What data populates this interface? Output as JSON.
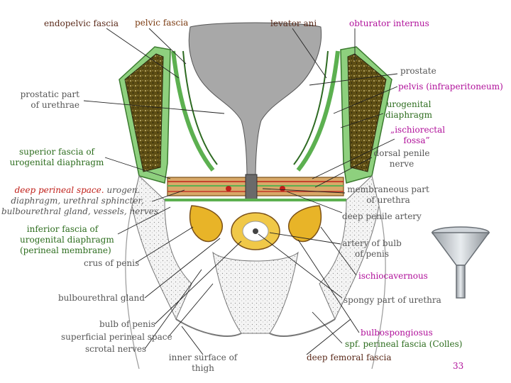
{
  "labels": {
    "endopelvic_fascia": "endopelvic fascia",
    "pelvic_fascia": "pelvic fascia",
    "levator_ani": "levator ani",
    "obturator_internus": "obturator internus",
    "prostate": "prostate",
    "pelvis_infraperitoneum": "pelvis (infraperitoneum)",
    "prostatic_part_line1": "prostatic part",
    "prostatic_part_line2": "of urethrae",
    "urogenital_diaphragm_line1": "urogenital",
    "urogenital_diaphragm_line2": "diaphragm",
    "ischiorectal_line1": "„ischiorectal",
    "ischiorectal_line2": "fossa”",
    "superior_fascia_line1": "superior fascia of",
    "superior_fascia_line2": "urogenital diaphragm",
    "dorsal_penile_line1": "dorsal penile",
    "dorsal_penile_line2": "nerve",
    "deep_perineal_title": "deep perineal space.",
    "deep_perineal_rest": " urogen.",
    "deep_perineal_line2": "diaphragm, urethral sphincter,",
    "deep_perineal_line3": "bulbourethral gland, vessels, nerves",
    "membraneous_line1": "membraneous part",
    "membraneous_line2": "of urethra",
    "deep_penile_artery": "deep penile artery",
    "inferior_fascia_line1": "inferior fascia of",
    "inferior_fascia_line2": "urogenital diaphragm",
    "inferior_fascia_line3": "(perineal membrane)",
    "artery_bulb_line1": "artery of bulb",
    "artery_bulb_line2": "of penis",
    "crus_of_penis": "crus of penis",
    "ischiocavernous": "ischiocavernous",
    "bulbourethral_gland": "bulbourethral gland",
    "spongy_part": "spongy part of urethra",
    "bulb_of_penis": "bulb of penis",
    "superficial_perineal_space": "superficial perineal space",
    "scrotal_nerves": "scrotal nerves",
    "bulbospongiosus": "bulbospongiosus",
    "spf_perineal_fascia": "spf. perineal fascia (Colles)",
    "inner_surface_line1": "inner surface of",
    "inner_surface_line2": "thigh",
    "deep_femoral_fascia": "deep femoral fascia",
    "page_number": "33"
  },
  "colors": {
    "dark_label": "#5a2a1a",
    "brown_label": "#7a3a10",
    "magenta_label": "#b0109a",
    "green_label": "#2d6d1e",
    "gray_label": "#555555",
    "fascia_green": "#5cb050",
    "muscle_olive": "#6b5a1a",
    "prostate_gray": "#a8a8a8",
    "urethra_yellow": "#e8b428"
  },
  "icons": {
    "funnel": "funnel-icon"
  }
}
